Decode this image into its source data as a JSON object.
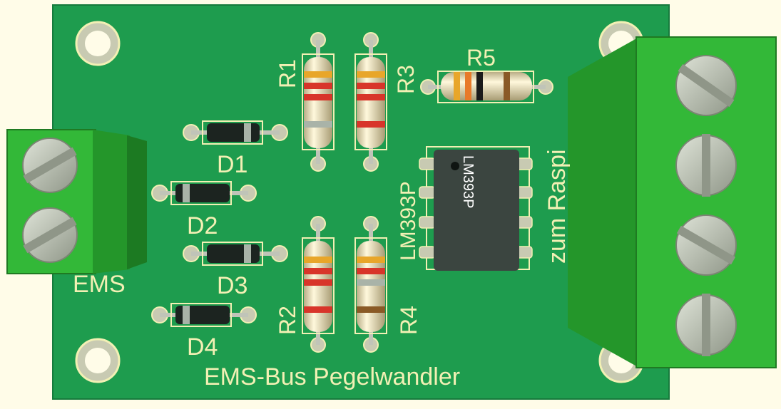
{
  "colors": {
    "background": "#fffce8",
    "board": "#1e9c4e",
    "silkscreen": "#f2f0b4",
    "terminal_green": "#33b838",
    "screw": "#b9c0b0",
    "ic_body": "#3b4540",
    "diode_body": "#1c2420",
    "resistor_body": "#efe6c2"
  },
  "board": {
    "title": "EMS-Bus Pegelwandler"
  },
  "connectors": {
    "ems_label": "EMS",
    "raspi_label": "zum Raspi"
  },
  "diodes": [
    {
      "ref": "D1"
    },
    {
      "ref": "D2"
    },
    {
      "ref": "D3"
    },
    {
      "ref": "D4"
    }
  ],
  "resistors": [
    {
      "ref": "R1",
      "bands": [
        "#e8a62a",
        "#d8352a",
        "#d8352a",
        "#a9b3a8"
      ]
    },
    {
      "ref": "R2",
      "bands": [
        "#e8a62a",
        "#d8352a",
        "#d8352a",
        "#d8352a"
      ]
    },
    {
      "ref": "R3",
      "bands": [
        "#e8a62a",
        "#d8352a",
        "#d8352a",
        "#d8352a"
      ]
    },
    {
      "ref": "R4",
      "bands": [
        "#e8a62a",
        "#d8352a",
        "#a9b3a8",
        "#8a5a26"
      ]
    },
    {
      "ref": "R5",
      "bands": [
        "#e8a62a",
        "#e87a2a",
        "#1a1a1a",
        "#8a5a26"
      ]
    }
  ],
  "ic": {
    "ref": "LM393P",
    "marking": "LM393P"
  }
}
